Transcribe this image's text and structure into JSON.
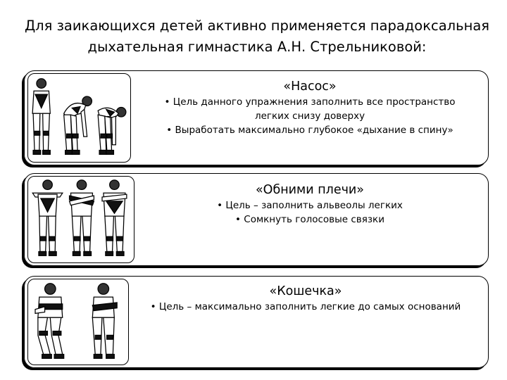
{
  "title": {
    "line1": "Для заикающихся детей активно применяется парадоксальная",
    "line2": "дыхательная гимнастика А.Н. Стрельниковой:"
  },
  "exercises": [
    {
      "heading": "«Насос»",
      "lines": [
        "• Цель данного упражнения заполнить все пространство",
        "легких снизу доверху",
        "• Выработать максимально глубокое «дыхание в спину»"
      ]
    },
    {
      "heading": "«Обними плечи»",
      "lines": [
        "• Цель – заполнить альвеолы легких",
        "• Сомкнуть голосовые связки"
      ]
    },
    {
      "heading": "«Кошечка»",
      "lines": [
        "• Цель – максимально заполнить легкие до самых оснований"
      ]
    }
  ]
}
